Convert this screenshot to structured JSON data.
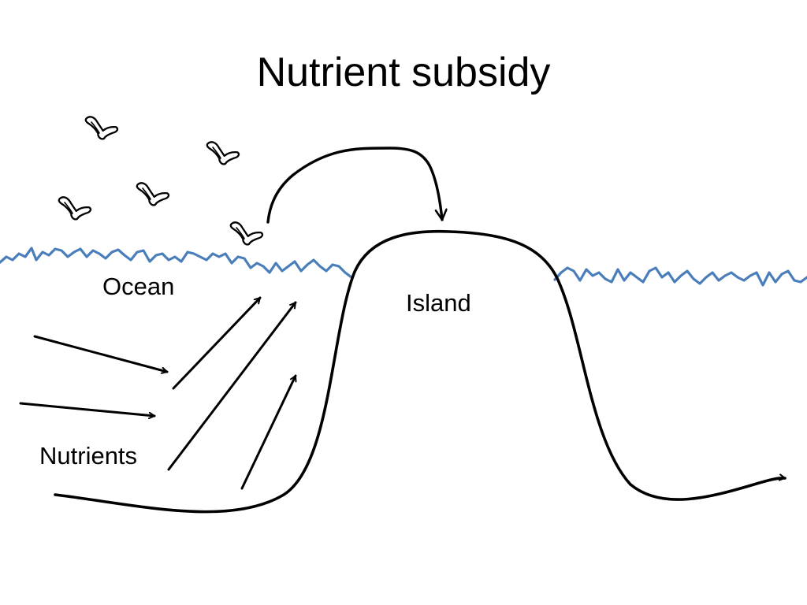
{
  "title": "Nutrient subsidy",
  "labels": {
    "ocean": "Ocean",
    "island": "Island",
    "nutrients": "Nutrients"
  },
  "colors": {
    "water": "#4a7ebb",
    "ink": "#000000",
    "background": "#ffffff"
  },
  "icons": [
    "seabird-icon",
    "arrow-icon"
  ]
}
